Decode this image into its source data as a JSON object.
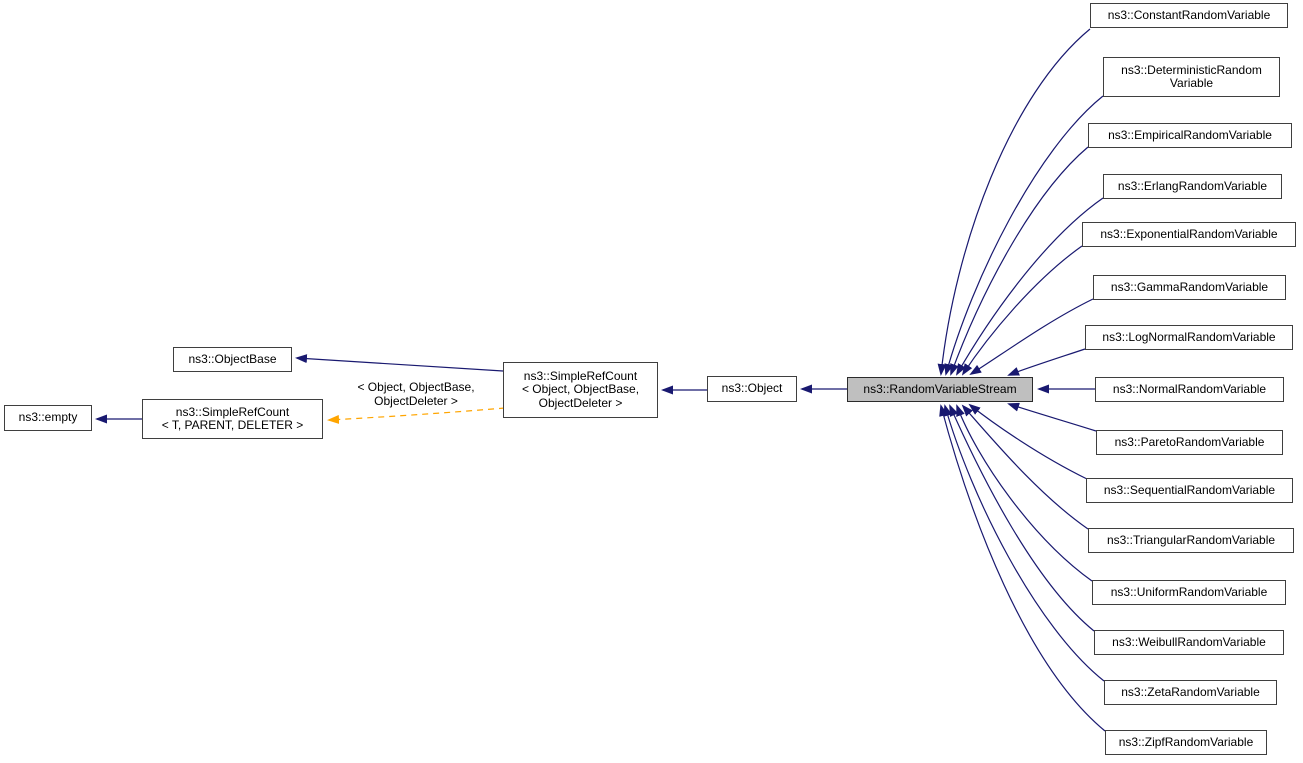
{
  "diagram": {
    "type": "class-inheritance-graph",
    "colors": {
      "background": "#ffffff",
      "inheritance_edge": "#191970",
      "template_edge": "#ffa500",
      "node_fill": "#ffffff",
      "node_border": "#3f3f3f",
      "highlight_fill": "#bfbfbf",
      "text": "#000000"
    },
    "nodes": [
      {
        "id": "empty",
        "label": "ns3::empty",
        "highlighted": false
      },
      {
        "id": "simplerefcount-t",
        "label": "ns3::SimpleRefCount\n< T, PARENT, DELETER >",
        "highlighted": false
      },
      {
        "id": "objectbase",
        "label": "ns3::ObjectBase",
        "highlighted": false
      },
      {
        "id": "simplerefcount-object",
        "label": "ns3::SimpleRefCount\n< Object, ObjectBase,\nObjectDeleter >",
        "highlighted": false
      },
      {
        "id": "object",
        "label": "ns3::Object",
        "highlighted": false
      },
      {
        "id": "randomvariablestream",
        "label": "ns3::RandomVariableStream",
        "highlighted": true
      },
      {
        "id": "constant",
        "label": "ns3::ConstantRandomVariable",
        "highlighted": false
      },
      {
        "id": "deterministic",
        "label": "ns3::DeterministicRandom\nVariable",
        "highlighted": false
      },
      {
        "id": "empirical",
        "label": "ns3::EmpiricalRandomVariable",
        "highlighted": false
      },
      {
        "id": "erlang",
        "label": "ns3::ErlangRandomVariable",
        "highlighted": false
      },
      {
        "id": "exponential",
        "label": "ns3::ExponentialRandomVariable",
        "highlighted": false
      },
      {
        "id": "gamma",
        "label": "ns3::GammaRandomVariable",
        "highlighted": false
      },
      {
        "id": "lognormal",
        "label": "ns3::LogNormalRandomVariable",
        "highlighted": false
      },
      {
        "id": "normal",
        "label": "ns3::NormalRandomVariable",
        "highlighted": false
      },
      {
        "id": "pareto",
        "label": "ns3::ParetoRandomVariable",
        "highlighted": false
      },
      {
        "id": "sequential",
        "label": "ns3::SequentialRandomVariable",
        "highlighted": false
      },
      {
        "id": "triangular",
        "label": "ns3::TriangularRandomVariable",
        "highlighted": false
      },
      {
        "id": "uniform",
        "label": "ns3::UniformRandomVariable",
        "highlighted": false
      },
      {
        "id": "weibull",
        "label": "ns3::WeibullRandomVariable",
        "highlighted": false
      },
      {
        "id": "zeta",
        "label": "ns3::ZetaRandomVariable",
        "highlighted": false
      },
      {
        "id": "zipf",
        "label": "ns3::ZipfRandomVariable",
        "highlighted": false
      }
    ],
    "edge_label": {
      "text": "< Object, ObjectBase,\nObjectDeleter >"
    },
    "edges": [
      {
        "from": "simplerefcount-t",
        "to": "empty",
        "style": "solid"
      },
      {
        "from": "simplerefcount-object",
        "to": "objectbase",
        "style": "solid"
      },
      {
        "from": "simplerefcount-object",
        "to": "simplerefcount-t",
        "style": "dashed",
        "label": "< Object, ObjectBase,\nObjectDeleter >"
      },
      {
        "from": "object",
        "to": "simplerefcount-object",
        "style": "solid"
      },
      {
        "from": "randomvariablestream",
        "to": "object",
        "style": "solid"
      },
      {
        "from": "constant",
        "to": "randomvariablestream",
        "style": "solid"
      },
      {
        "from": "deterministic",
        "to": "randomvariablestream",
        "style": "solid"
      },
      {
        "from": "empirical",
        "to": "randomvariablestream",
        "style": "solid"
      },
      {
        "from": "erlang",
        "to": "randomvariablestream",
        "style": "solid"
      },
      {
        "from": "exponential",
        "to": "randomvariablestream",
        "style": "solid"
      },
      {
        "from": "gamma",
        "to": "randomvariablestream",
        "style": "solid"
      },
      {
        "from": "lognormal",
        "to": "randomvariablestream",
        "style": "solid"
      },
      {
        "from": "normal",
        "to": "randomvariablestream",
        "style": "solid"
      },
      {
        "from": "pareto",
        "to": "randomvariablestream",
        "style": "solid"
      },
      {
        "from": "sequential",
        "to": "randomvariablestream",
        "style": "solid"
      },
      {
        "from": "triangular",
        "to": "randomvariablestream",
        "style": "solid"
      },
      {
        "from": "uniform",
        "to": "randomvariablestream",
        "style": "solid"
      },
      {
        "from": "weibull",
        "to": "randomvariablestream",
        "style": "solid"
      },
      {
        "from": "zeta",
        "to": "randomvariablestream",
        "style": "solid"
      },
      {
        "from": "zipf",
        "to": "randomvariablestream",
        "style": "solid"
      }
    ]
  }
}
